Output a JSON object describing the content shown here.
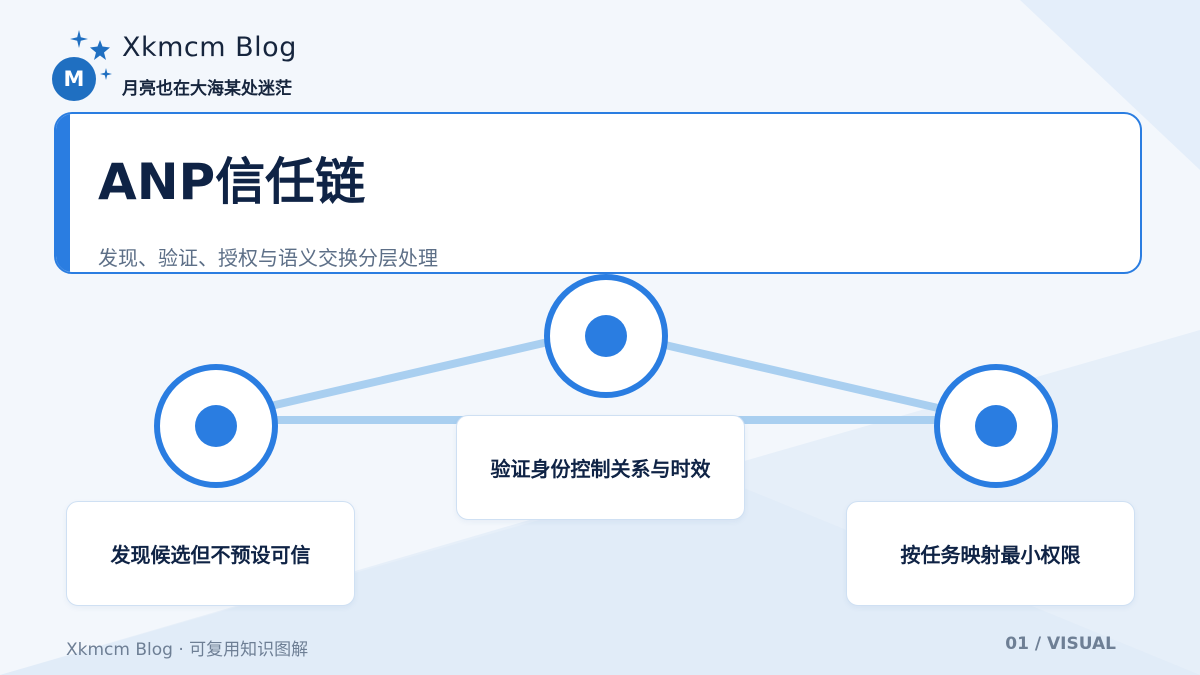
{
  "brand": {
    "logo_letter": "M",
    "name": "Xkmcm  Blog",
    "tagline": "月亮也在大海某处迷茫"
  },
  "header": {
    "title": "ANP信任链",
    "subtitle": "发现、验证、授权与语义交换分层处理"
  },
  "diagram": {
    "nodes": [
      {
        "id": "discovery",
        "label": "发现候选但不预设可信"
      },
      {
        "id": "verification",
        "label": "验证身份控制关系与时效"
      },
      {
        "id": "authorization",
        "label": "按任务映射最小权限"
      }
    ]
  },
  "footer": {
    "left": "Xkmcm Blog · 可复用知识图解",
    "right": "01 / VISUAL"
  },
  "colors": {
    "accent": "#2a7de1",
    "connector": "#a9cff0",
    "title_text": "#0f2345",
    "muted_text": "#6e7f95",
    "background": "#f3f7fc"
  }
}
